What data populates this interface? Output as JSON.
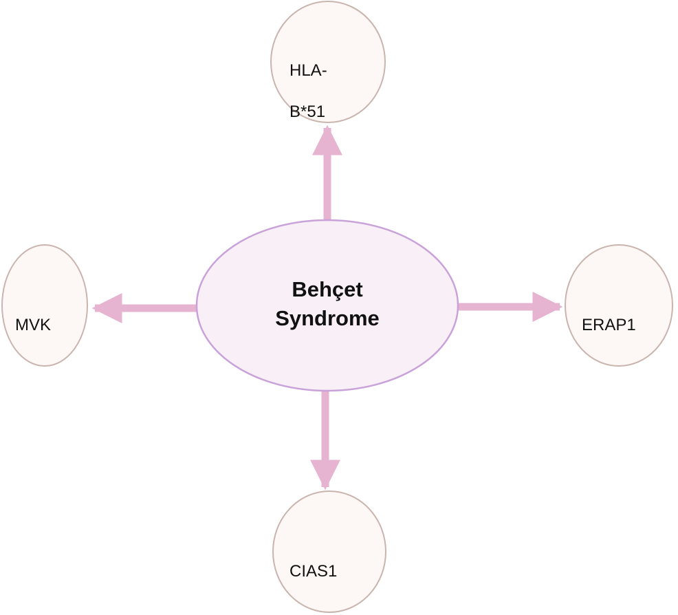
{
  "diagram": {
    "type": "hub-and-spoke",
    "center": {
      "label_line1": "Behçet",
      "label_line2": "Syndrome",
      "fill": "#f9eff7",
      "stroke": "#c8a2d8"
    },
    "arrow_color": "#e6b3d1",
    "satellite_style": {
      "fill": "#fdf8f5",
      "stroke": "#c9b4ae"
    },
    "nodes": [
      {
        "id": "hla-b51",
        "label_line1": "HLA-",
        "label_line2": "B*51",
        "direction": "up"
      },
      {
        "id": "mvk",
        "label_line1": "MVK",
        "label_line2": "",
        "direction": "left"
      },
      {
        "id": "erap1",
        "label_line1": "ERAP1",
        "label_line2": "",
        "direction": "right"
      },
      {
        "id": "cias1",
        "label_line1": "CIAS1",
        "label_line2": "",
        "direction": "down"
      }
    ]
  }
}
